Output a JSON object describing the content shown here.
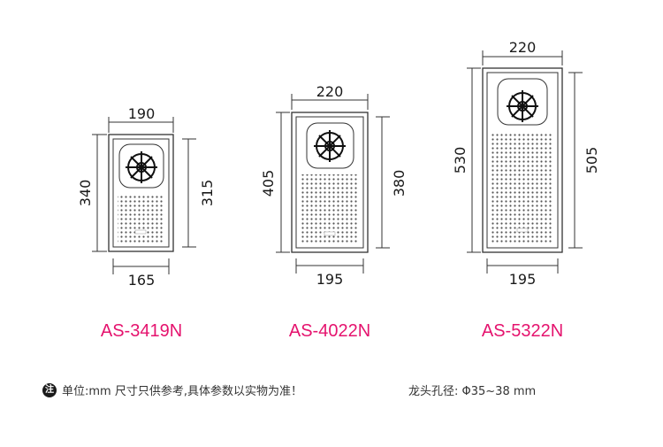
{
  "colors": {
    "accent": "#e5136e",
    "line": "#333333"
  },
  "sinks": [
    {
      "model": "AS-3419N",
      "top_width": "190",
      "bottom_width": "165",
      "outer_height": "340",
      "inner_height": "315"
    },
    {
      "model": "AS-4022N",
      "top_width": "220",
      "bottom_width": "195",
      "outer_height": "405",
      "inner_height": "380"
    },
    {
      "model": "AS-5322N",
      "top_width": "220",
      "bottom_width": "195",
      "outer_height": "530",
      "inner_height": "505"
    }
  ],
  "note": {
    "badge": "注",
    "text": "单位:mm 尺寸只供参考,具体参数以实物为准！"
  },
  "faucet_hole": "龙头孔径: Φ35~38 mm"
}
